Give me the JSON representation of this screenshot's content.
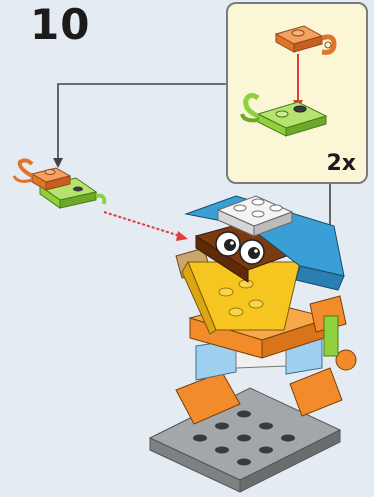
{
  "step": {
    "number": "10",
    "callout_multiplier": "2x"
  },
  "colors": {
    "background": "#e4ebf3",
    "callout_background": "#fbf6d6",
    "connection_arrow": "#444444",
    "placement_arrow": "#e23b3b",
    "plate_orange": "#f08a36",
    "plate_green": "#8ed13c",
    "body_yellow": "#f7c520",
    "body_orange": "#f28c2a",
    "body_light_blue": "#9fd0ef",
    "roof_blue": "#3a9fd6",
    "base_gray": "#8a8d90",
    "stud_dark": "#3a3a3a"
  },
  "icons": {
    "subassembly_in_callout": "orange-clip-on-green-plate",
    "subassembly_on_left": "orange-clip-on-green-plate-assembled",
    "model": "owl-robot-brick-model"
  }
}
